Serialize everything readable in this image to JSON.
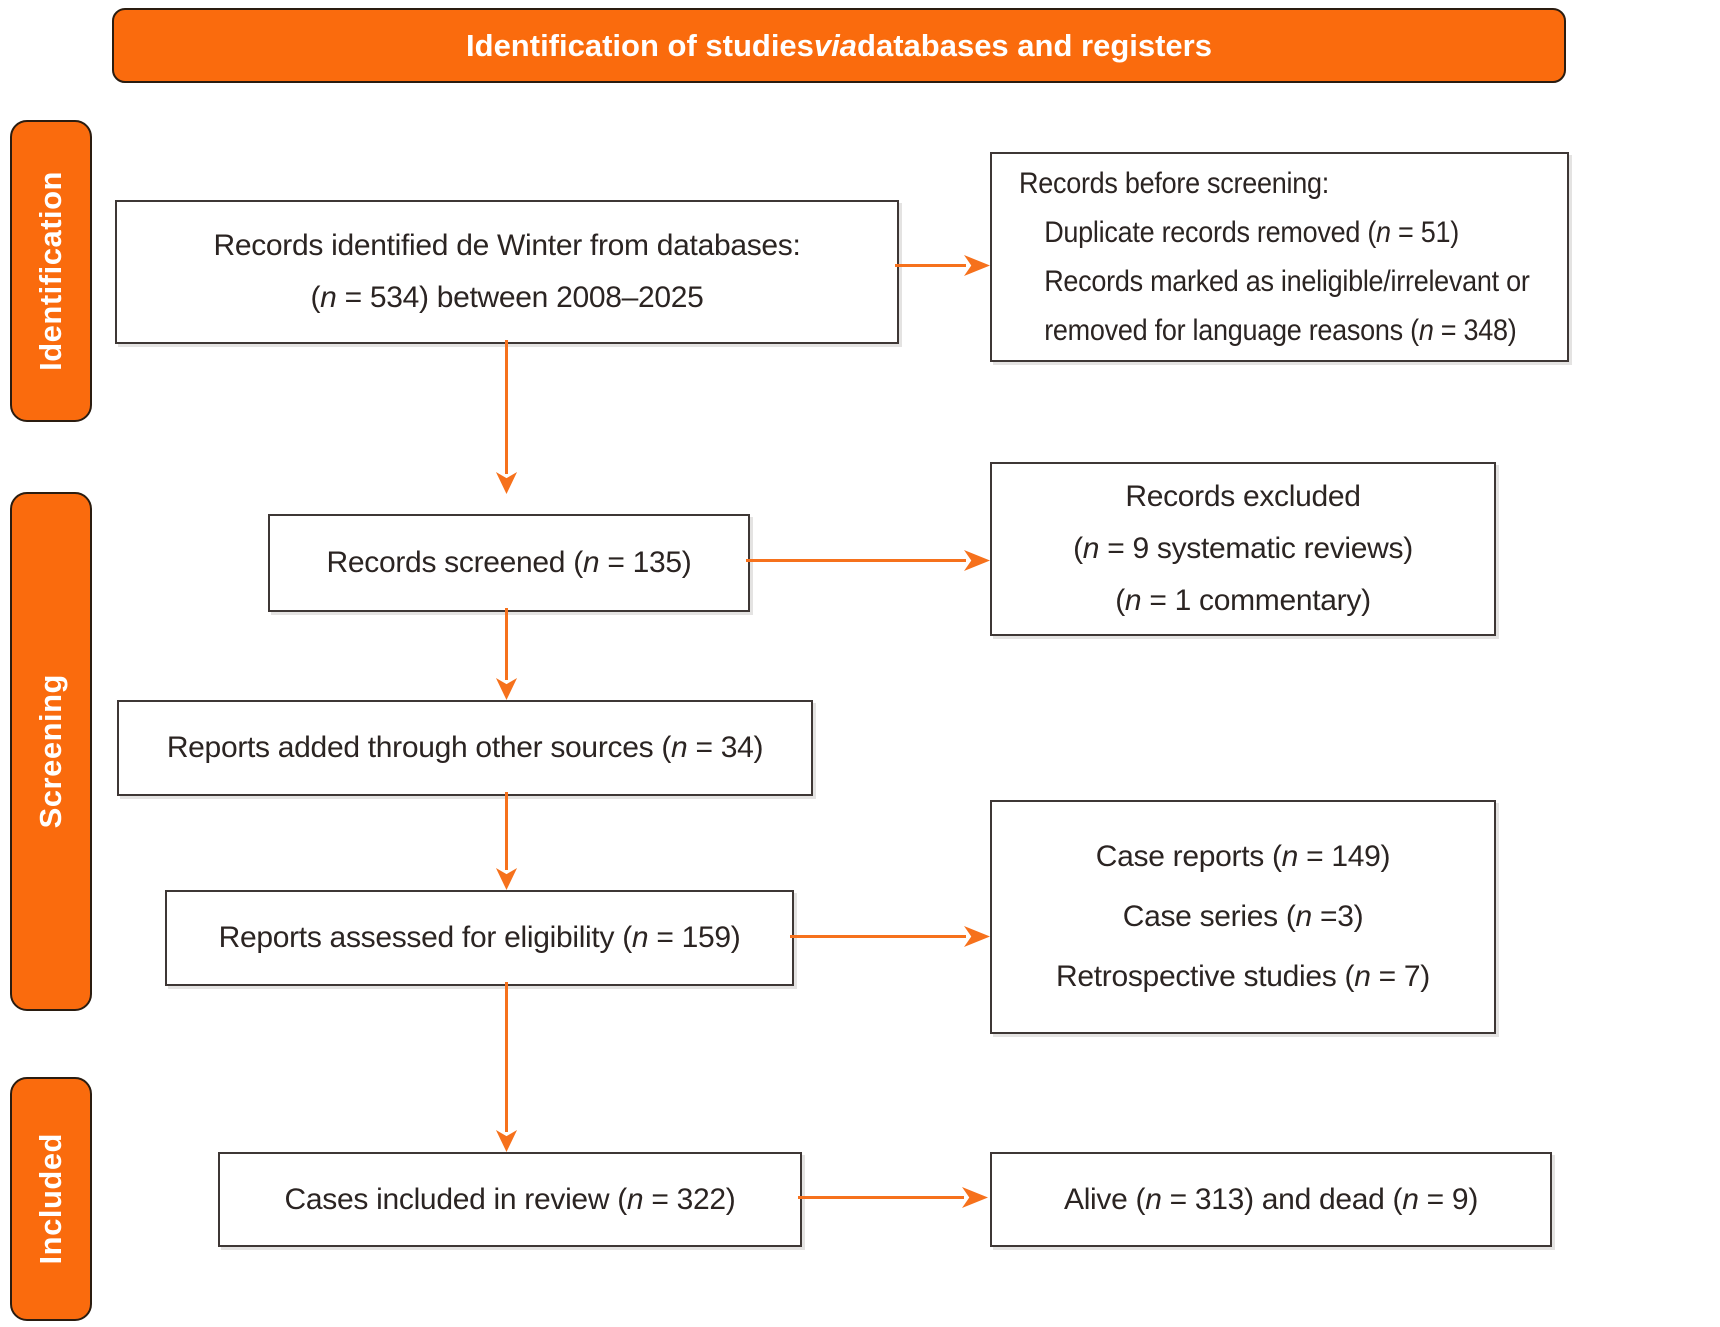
{
  "banner": {
    "title_pre": "Identification of studies ",
    "title_italic": "via",
    "title_post": " databases and registers"
  },
  "stages": [
    {
      "label": "Identification"
    },
    {
      "label": "Screening"
    },
    {
      "label": "Included"
    }
  ],
  "boxes": {
    "identified": {
      "lines": [
        "Records identified de Winter from databases:",
        "(n = 534) between 2008–2025"
      ]
    },
    "before_screening": {
      "lines": [
        "Records before screening:",
        "Duplicate records removed (n = 51)",
        "Records marked as ineligible/irrelevant or",
        "removed for language reasons (n = 348)"
      ]
    },
    "screened": {
      "lines": [
        "Records screened (n = 135)"
      ]
    },
    "excluded": {
      "lines": [
        "Records excluded",
        "(n = 9 systematic reviews)",
        "(n = 1 commentary)"
      ]
    },
    "other_sources": {
      "lines": [
        "Reports added through other sources (n = 34)"
      ]
    },
    "assessed": {
      "lines": [
        "Reports assessed for eligibility (n = 159)"
      ]
    },
    "excluded_types": {
      "lines": [
        "Case reports (n = 149)",
        "Case series (n =3)",
        "Retrospective studies (n = 7)"
      ]
    },
    "included": {
      "lines": [
        "Cases included in review (n = 322)"
      ]
    },
    "outcome": {
      "lines": [
        "Alive (n = 313) and dead (n = 9)"
      ]
    }
  },
  "colors": {
    "banner_orange": "#FA6B0D",
    "arrow_orange": "#F6711C",
    "box_border": "#3E3735",
    "text": "#2B2422"
  }
}
